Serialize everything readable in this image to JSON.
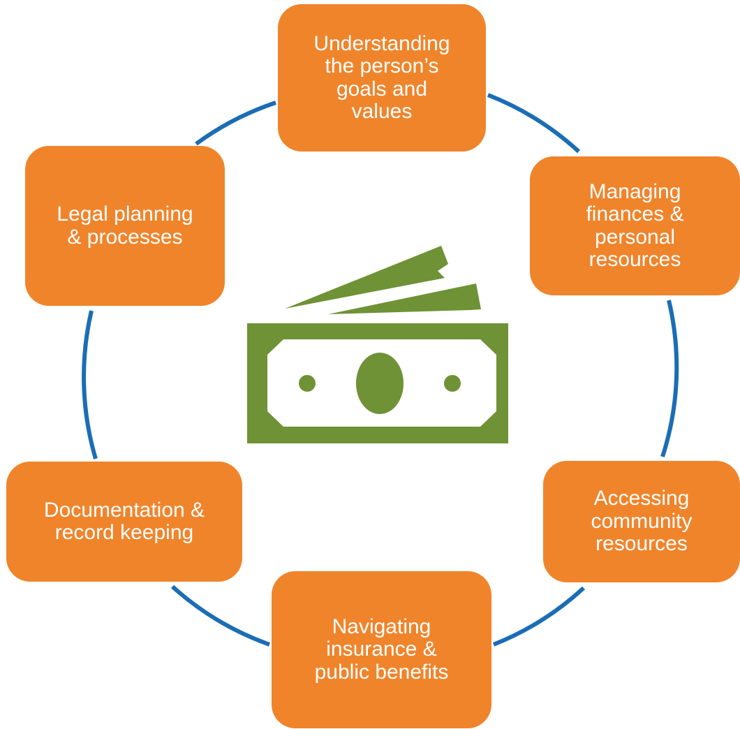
{
  "colors": {
    "node_fill": "#F0842B",
    "ring": "#1B6DB5",
    "icon": "#6E9235",
    "text": "#FFFFFF"
  },
  "center_icon": "money-bills-icon",
  "nodes": {
    "goals": "Understanding\nthe person’s\ngoals and\nvalues",
    "finances": "Managing\nfinances &\npersonal\nresources",
    "community": "Accessing\ncommunity\nresources",
    "insurance": "Navigating\ninsurance &\npublic benefits",
    "documentation": "Documentation &\nrecord keeping",
    "legal": "Legal planning\n& processes"
  }
}
